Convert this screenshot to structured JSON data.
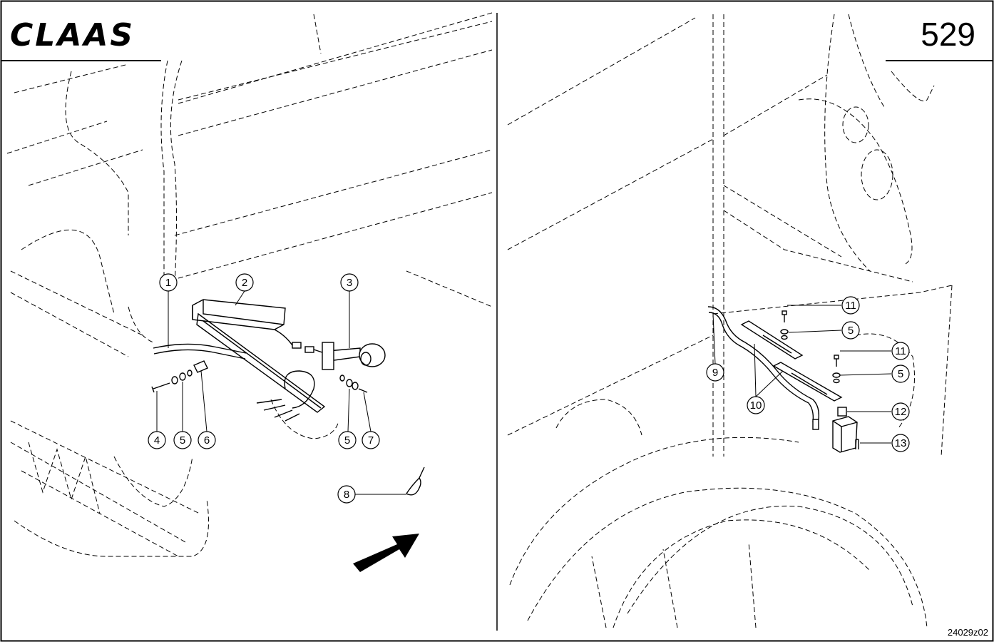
{
  "header": {
    "brand": "CLAAS",
    "page_number": "529"
  },
  "footer": {
    "drawing_code": "24029z02"
  },
  "left_view": {
    "callouts": [
      "1",
      "2",
      "3",
      "4",
      "5",
      "6",
      "5",
      "7",
      "8"
    ]
  },
  "right_view": {
    "callouts": [
      "9",
      "10",
      "11",
      "5",
      "11",
      "5",
      "12",
      "13"
    ]
  },
  "icons": {
    "direction": "arrow-up-right-icon"
  }
}
